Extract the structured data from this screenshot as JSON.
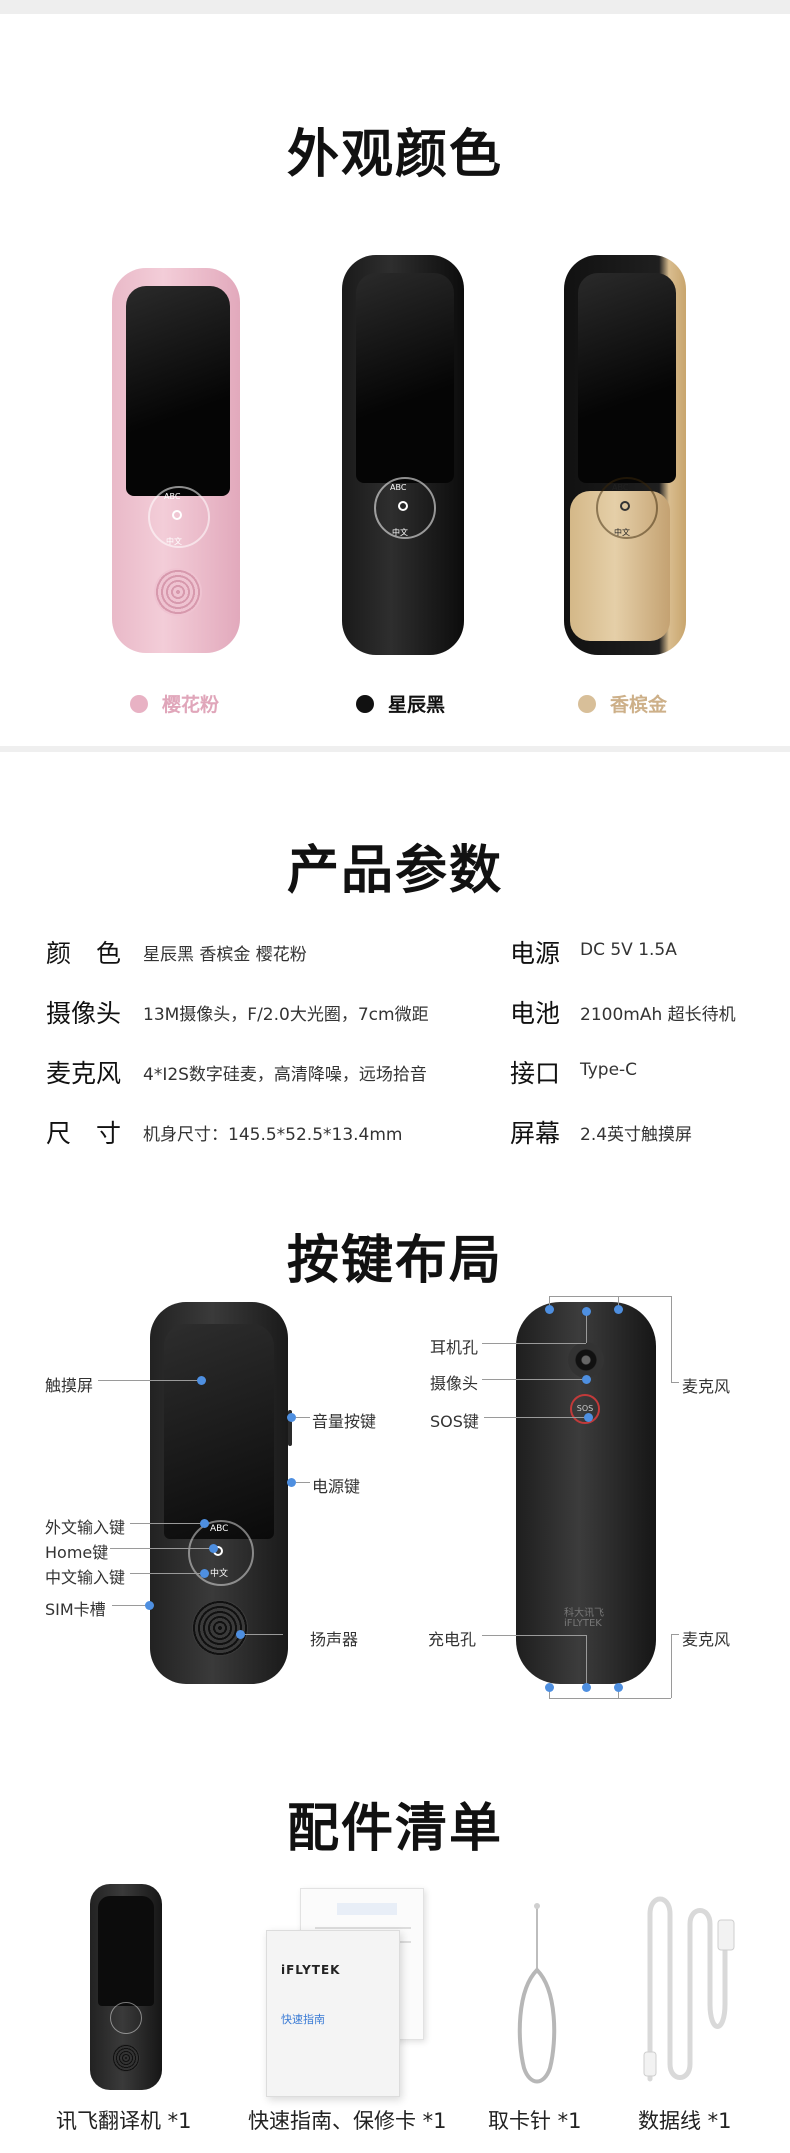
{
  "sections": {
    "colors_title": "外观颜色",
    "specs_title": "产品参数",
    "layout_title": "按键布局",
    "accessories_title": "配件清单"
  },
  "colors": [
    {
      "name": "樱花粉",
      "hex": "#e8b2c4",
      "text_hex": "#e0a6ba"
    },
    {
      "name": "星辰黑",
      "hex": "#111111",
      "text_hex": "#111111"
    },
    {
      "name": "香槟金",
      "hex": "#d8bf99",
      "text_hex": "#cdb089"
    }
  ],
  "device_keys": {
    "abc": "ABC",
    "zh": "中文",
    "sos": "SOS"
  },
  "specs": {
    "left": [
      {
        "label": "颜　色",
        "value": "星辰黑 香槟金 樱花粉"
      },
      {
        "label": "摄像头",
        "value": "13M摄像头，F/2.0大光圈，7cm微距"
      },
      {
        "label": "麦克风",
        "value": "4*I2S数字硅麦，高清降噪，远场拾音"
      },
      {
        "label": "尺　寸",
        "value": "机身尺寸：145.5*52.5*13.4mm"
      }
    ],
    "right": [
      {
        "label": "电源",
        "value": "DC 5V 1.5A"
      },
      {
        "label": "电池",
        "value": "2100mAh 超长待机"
      },
      {
        "label": "接口",
        "value": "Type-C"
      },
      {
        "label": "屏幕",
        "value": "2.4英寸触摸屏"
      }
    ]
  },
  "layout_front": {
    "touchscreen": "触摸屏",
    "volume_key": "音量按键",
    "power_key": "电源键",
    "foreign_input_key": "外文输入键",
    "home_key": "Home键",
    "chinese_input_key": "中文输入键",
    "sim_slot": "SIM卡槽",
    "speaker": "扬声器"
  },
  "layout_back": {
    "earpiece": "耳机孔",
    "camera": "摄像头",
    "sos_key": "SOS键",
    "mic_top": "麦克风",
    "charging_port": "充电孔",
    "mic_bottom": "麦克风",
    "brand_cn": "科大讯飞",
    "brand_en": "iFLYTEK"
  },
  "accessories": [
    {
      "label": "讯飞翻译机 *1"
    },
    {
      "label": "快速指南、保修卡 *1"
    },
    {
      "label": "取卡针 *1"
    },
    {
      "label": "数据线 *1"
    }
  ],
  "booklet": {
    "brand": "iFLYTEK",
    "guide": "快速指南"
  }
}
